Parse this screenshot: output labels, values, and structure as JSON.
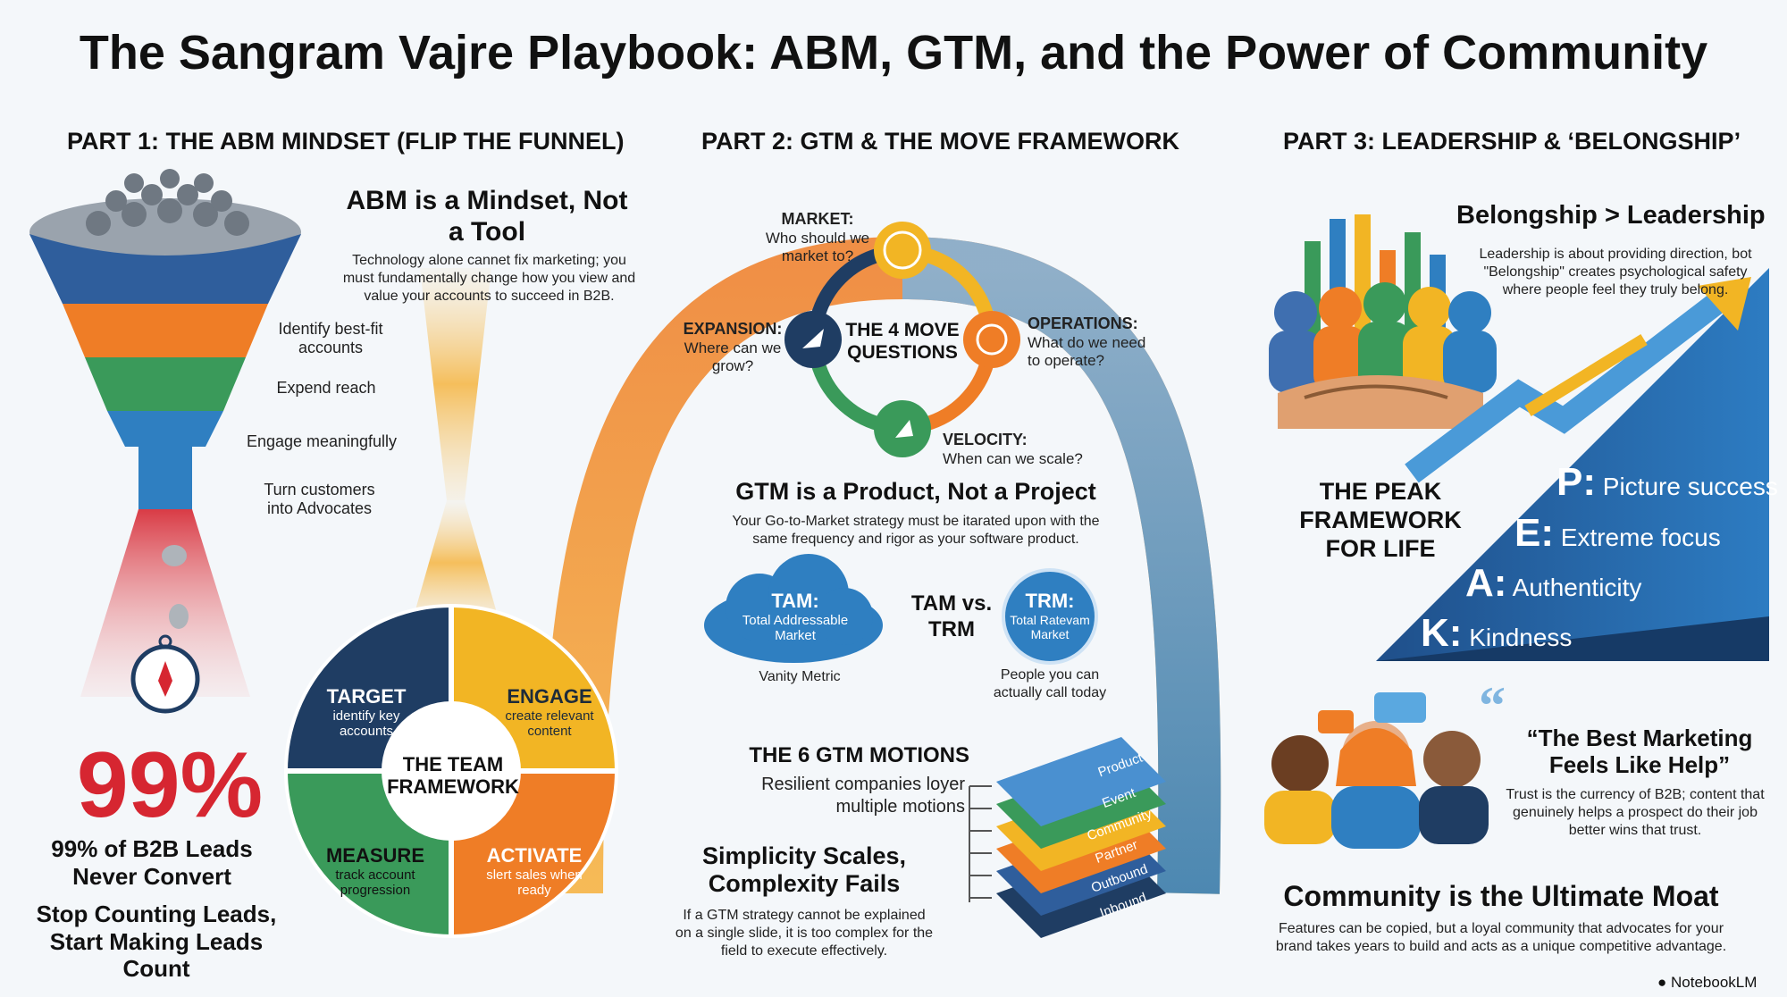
{
  "title": "The Sangram Vajre Playbook: ABM, GTM, and the Power of Community",
  "parts": {
    "p1": "PART 1: THE ABM MINDSET (FLIP THE FUNNEL)",
    "p2": "PART 2: GTM & THE MOVE FRAMEWORK",
    "p3": "PART 3: LEADERSHIP & ‘BELONGSHIP’"
  },
  "abm": {
    "heading": "ABM is a Mindset, Not a Tool",
    "body": "Technology alone cannet fix marketing; you must fundamentally change how you view and value your accounts to succeed in B2B.",
    "funnel_steps": [
      "Identify best-fit accounts",
      "Expend reach",
      "Engage meaningfully",
      "Turn customers into Advocates"
    ],
    "stat": "99%",
    "stat_caption": "99% of B2B Leads Never Convert",
    "stat_tagline": "Stop Counting Leads, Start Making Leads Count"
  },
  "team": {
    "center": "THE TEAM FRAMEWORK",
    "target": {
      "title": "TARGET",
      "desc": "identify key accounts"
    },
    "engage": {
      "title": "ENGAGE",
      "desc": "create relevant content"
    },
    "measure": {
      "title": "MEASURE",
      "desc": "track account progression"
    },
    "activate": {
      "title": "ACTIVATE",
      "desc": "slert sales when ready"
    }
  },
  "move": {
    "center": "THE 4 MOVE QUESTIONS",
    "market": {
      "title": "MARKET:",
      "desc": "Who should we market to?"
    },
    "expansion": {
      "title": "EXPANSION:",
      "desc": "Where can we grow?"
    },
    "operations": {
      "title": "OPERATIONS:",
      "desc": "What do we need to operate?"
    },
    "velocity": {
      "title": "VELOCITY:",
      "desc": "When can we scale?"
    }
  },
  "gtm": {
    "heading": "GTM is a Product, Not a Project",
    "body": "Your Go-to-Market strategy must be itarated upon with the same frequency and rigor as your software product.",
    "tam_title": "TAM:",
    "tam_desc": "Total Addressable Market",
    "tam_caption": "Vanity Metric",
    "vs": "TAM vs. TRM",
    "trm_title": "TRM:",
    "trm_desc": "Total Ratevam Market",
    "trm_caption": "People you can actually call today",
    "motions_heading": "THE 6 GTM MOTIONS",
    "motions_body": "Resilient companies loyer multiple motions",
    "motions": [
      "Product",
      "Event",
      "Community",
      "Partner",
      "Outbound",
      "Inbound"
    ],
    "simple_heading": "Simplicity Scales, Complexity Fails",
    "simple_body": "If a GTM strategy cannot be explained on a single slide, it is too complex for the field to execute effectively."
  },
  "leadership": {
    "heading": "Belongship > Leadership",
    "body": "Leadership is about providing direction, bot \"Belongship\" creates psychological safety where people feel they truly belong.",
    "peak_title": "THE PEAK FRAMEWORK FOR LIFE",
    "peak": [
      {
        "letter": "P:",
        "text": "Picture success"
      },
      {
        "letter": "E:",
        "text": "Extreme focus"
      },
      {
        "letter": "A:",
        "text": "Authenticity"
      },
      {
        "letter": "K:",
        "text": "Kindness"
      }
    ],
    "quote": "“The Best Marketing Feels Like Help”",
    "quote_body": "Trust is the currency of B2B; content that genuinely helps a prospect do their job better wins that trust.",
    "moat_heading": "Community is the Ultimate Moat",
    "moat_body": "Features can be copied, but a loyal community that advocates for your brand takes years to build and acts as a unique competitive advantage."
  },
  "brand": "NotebookLM",
  "colors": {
    "navy": "#1f3d63",
    "orange": "#ef7d26",
    "yellow": "#f2b524",
    "green": "#3a9a5a",
    "blue": "#2f7fc1",
    "red": "#d62631"
  }
}
